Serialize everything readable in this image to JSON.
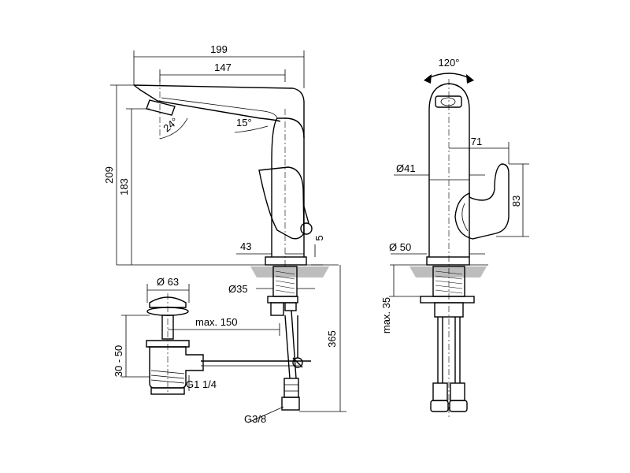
{
  "side_view": {
    "overall_width": "199",
    "spout_reach": "147",
    "total_height": "209",
    "spout_height": "183",
    "spout_angle": "24°",
    "aerator_angle": "15°",
    "base_offset": "43",
    "plate_thickness": "5",
    "shank_diameter": "Ø35",
    "installation_length": "365"
  },
  "waste": {
    "head_diameter": "Ø 63",
    "pullrod_length": "max. 150",
    "adjust_range": "30 - 50",
    "outlet_thread": "G1 1/4",
    "connection_thread": "G3/8"
  },
  "front_view": {
    "rotation": "120°",
    "handle_offset": "71",
    "body_diameter": "Ø41",
    "handle_height": "83",
    "base_diameter": "Ø 50",
    "max_deck": "max. 35"
  }
}
